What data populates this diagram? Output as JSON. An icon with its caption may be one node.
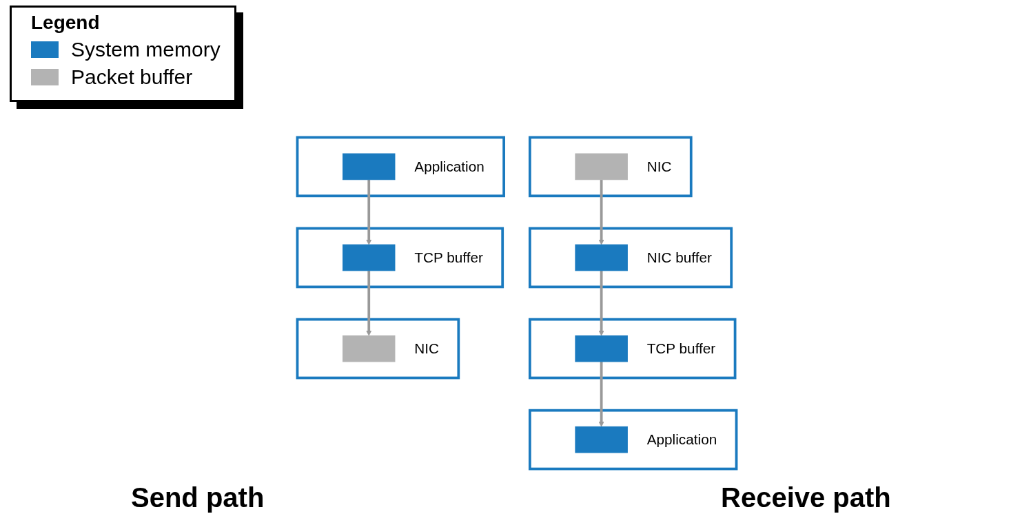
{
  "diagram": {
    "nodes": [
      {
        "text": [
          "Application"
        ]
      },
      {
        "text": [],
        "shape": "bar",
        "in": 0
      },
      {
        "text": [
          "TCP buffer"
        ]
      },
      {
        "text": [],
        "shape": "bar",
        "in": 2
      },
      {
        "text": [
          "NIC"
        ]
      },
      {
        "text": [],
        "shape": "bar",
        "in": 4
      },
      {
        "text": [
          "Application"
        ]
      },
      {
        "text": [],
        "shape": "bar",
        "in": 6
      },
      {
        "text": [
          "TCP buffer"
        ]
      },
      {
        "text": [],
        "shape": "bar",
        "in": 8
      },
      {
        "text": [
          "NIC buffer"
        ]
      },
      {
        "text": [],
        "shape": "bar",
        "in": 10
      },
      {
        "text": [
          "NIC"
        ]
      },
      {
        "text": [],
        "shape": "bar",
        "in": 12
      }
    ],
    "edges": [
      {
        "from": 1,
        "to": 3,
        "arrow": "to"
      },
      {
        "from": 3,
        "to": 5,
        "arrow": "to"
      },
      {
        "from": 13,
        "to": 11,
        "arrow": "to"
      },
      {
        "from": 11,
        "to": 9,
        "arrow": "to"
      },
      {
        "from": 9,
        "to": 7,
        "arrow": "to"
      }
    ],
    "labels": [
      "Legend",
      "Send path",
      "Receive path"
    ],
    "legend": [
      {
        "text": "System memory",
        "color": "#1a7abf"
      },
      {
        "text": "Packet buffer",
        "color": "#b3b3b3"
      }
    ]
  }
}
